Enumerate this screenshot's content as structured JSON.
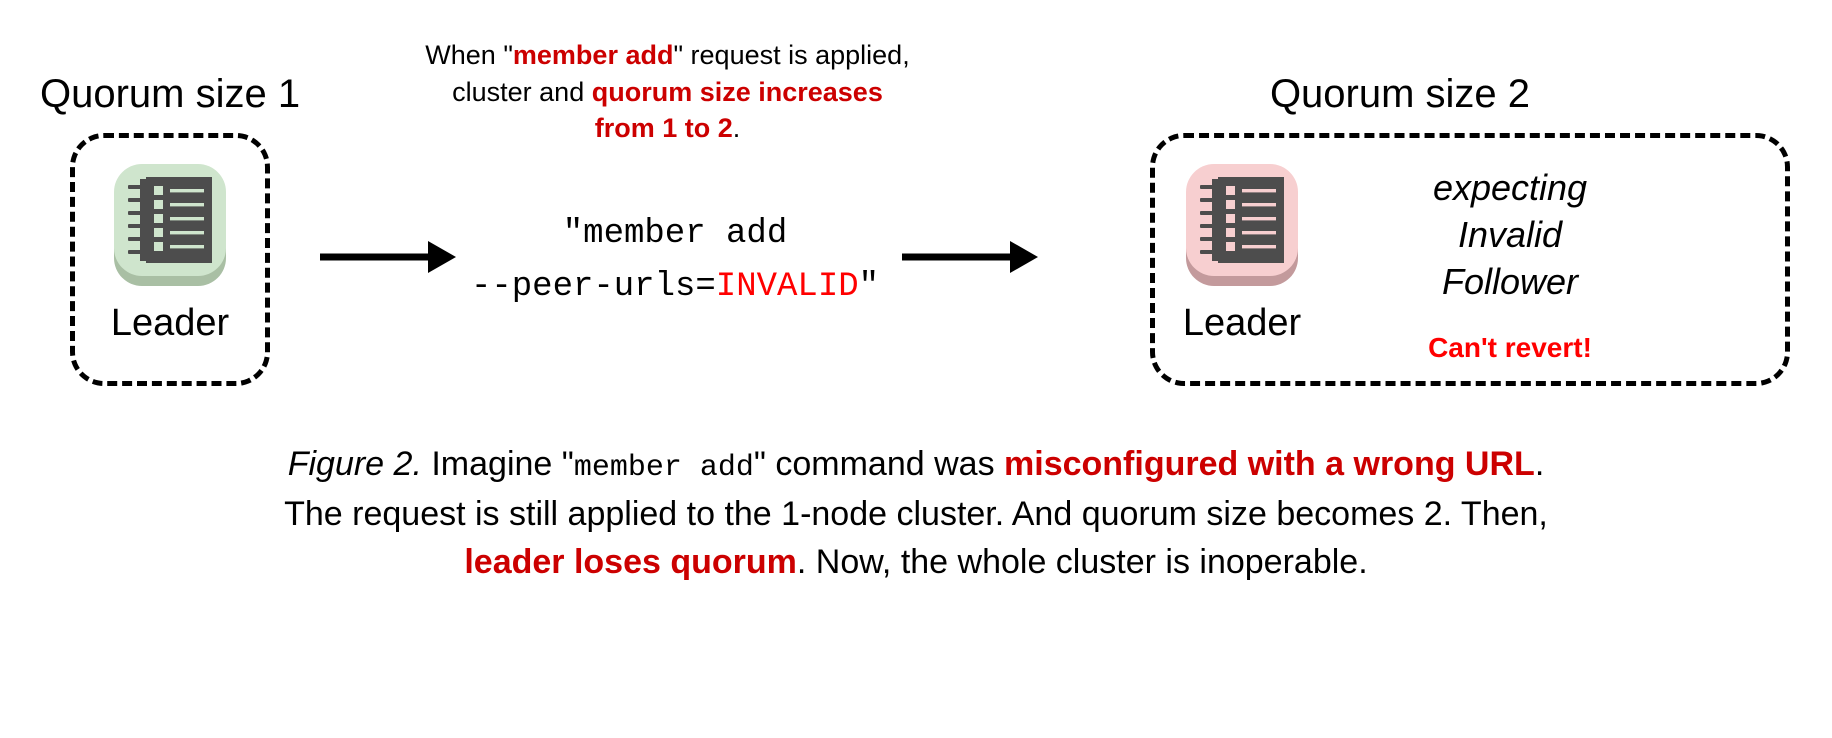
{
  "figure": {
    "colors": {
      "red_bold": "#CC0000",
      "red_bright": "#FF0000",
      "leader_ok_bg": "#CFE5CD",
      "leader_ok_shadow": "#A9BFA4",
      "leader_bad_bg": "#F7CFD0",
      "leader_bad_shadow": "#C39A9C",
      "server_glyph": "#4D4D4D",
      "box_border": "#000000",
      "text": "#000000"
    },
    "left_cluster": {
      "caption": "Quorum size 1",
      "node": {
        "icon": "server-node-icon",
        "label": "Leader",
        "state": "healthy"
      }
    },
    "right_cluster": {
      "caption": "Quorum size 2",
      "node": {
        "icon": "server-node-icon",
        "label": "Leader",
        "state": "unhealthy"
      },
      "expecting_line_1": "expecting",
      "expecting_line_2": "Invalid",
      "expecting_line_3": "Follower",
      "warning": "Can't revert!"
    },
    "explanation": {
      "line1_a": "When \"",
      "line1_b": "member add",
      "line1_c": "\" request is applied,",
      "line2_a": "cluster and ",
      "line2_b": "quorum size increases",
      "line3_b": "from 1 to 2",
      "line3_c": "."
    },
    "command": {
      "line1": "\"member add",
      "line2_prefix": "--peer-urls=",
      "line2_invalid": "INVALID",
      "line2_suffix": "\""
    },
    "arrows": [
      {
        "name": "arrow-left-to-command"
      },
      {
        "name": "arrow-command-to-right"
      }
    ],
    "caption": {
      "label": "Figure 2.",
      "l1_a": " Imagine \"",
      "l1_mono": "member add",
      "l1_b": "\" command was ",
      "l1_hl": "misconfigured with a wrong URL",
      "l1_c": ".",
      "l2": "The request is still applied to the 1-node cluster. And quorum size becomes 2. Then,",
      "l3_hl": "leader loses quorum",
      "l3_b": ". Now, the whole cluster is inoperable."
    }
  }
}
